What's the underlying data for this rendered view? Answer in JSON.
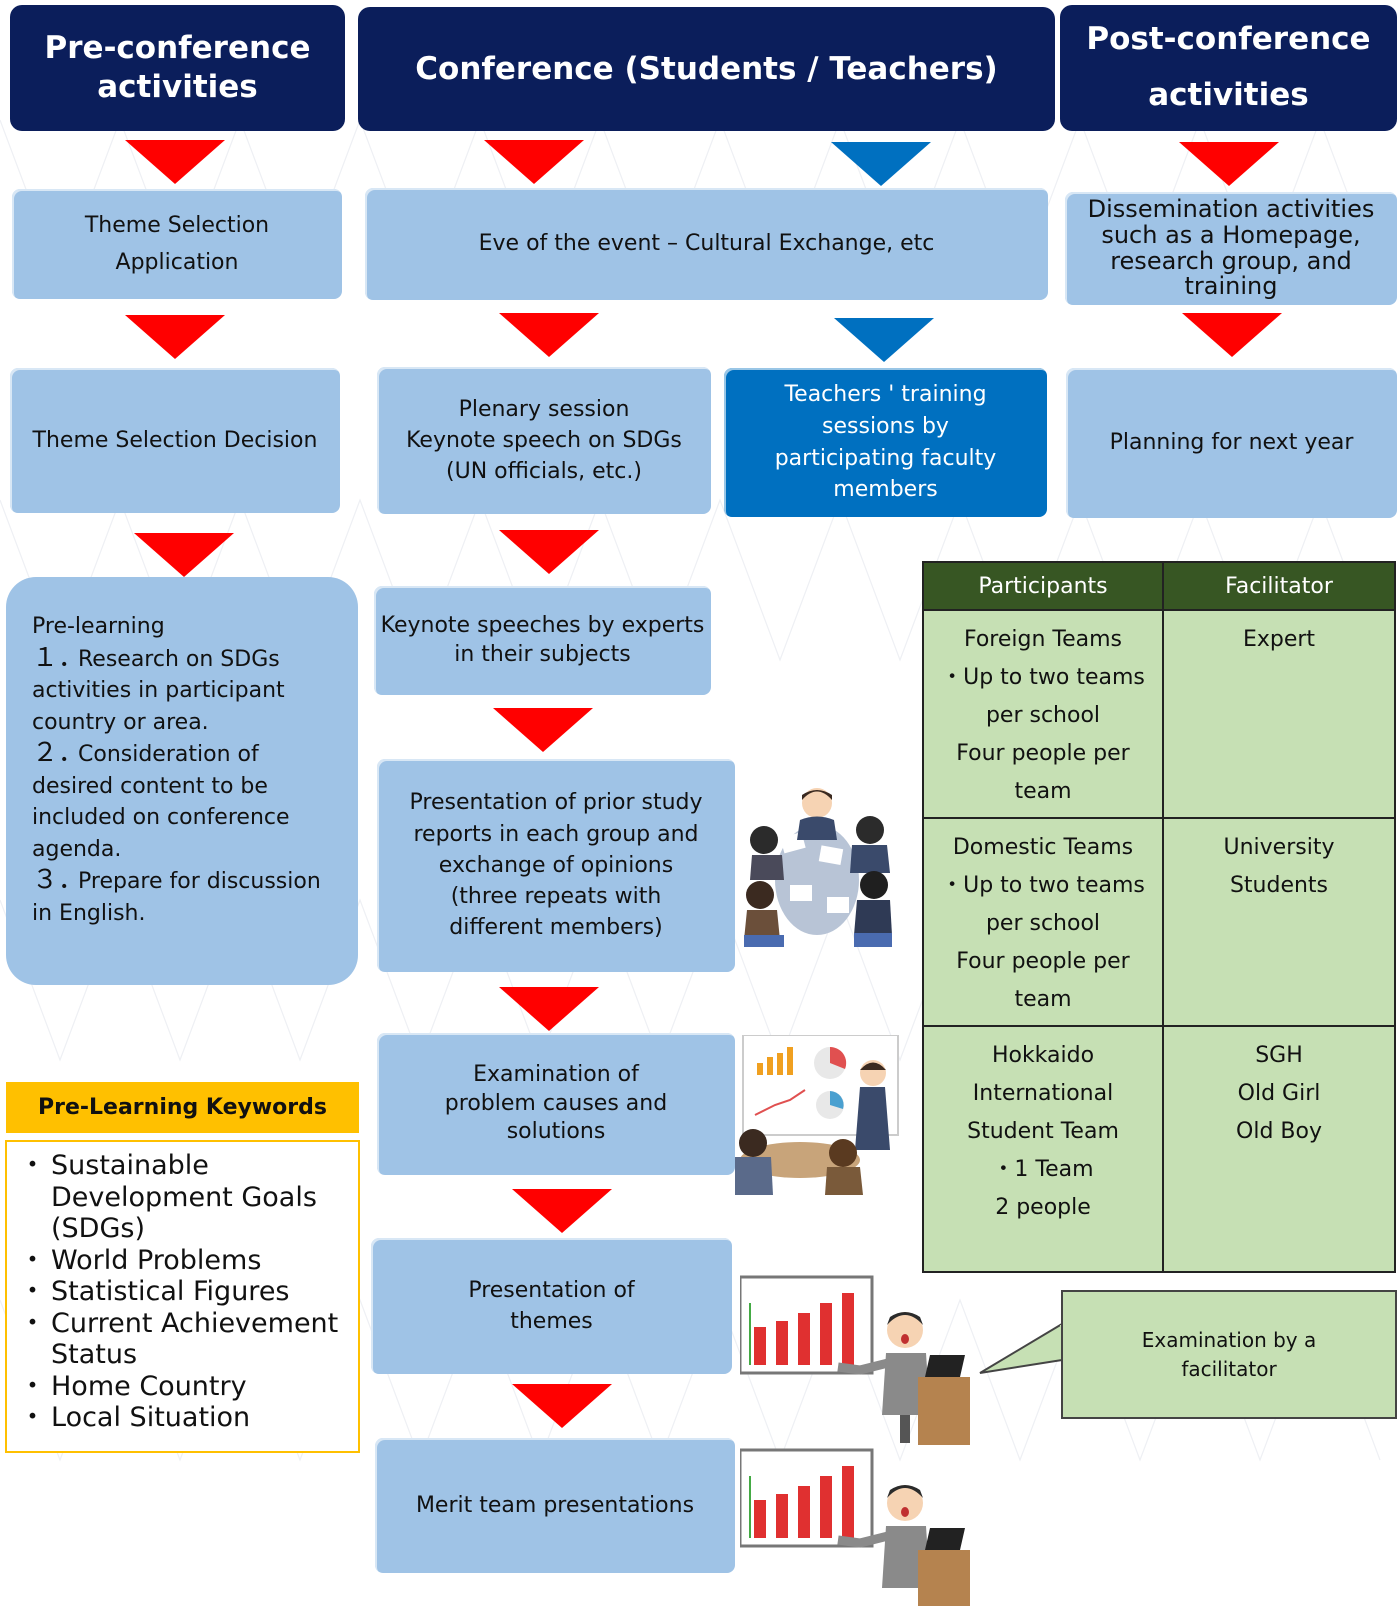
{
  "colors": {
    "header_bg": "#0b1e5b",
    "box_light": "#9fc3e6",
    "box_dark": "#0070c0",
    "arrow_red": "#ff0000",
    "arrow_blue": "#0070c0",
    "table_header": "#375623",
    "table_cell": "#c6e0b4",
    "keyword_accent": "#ffc000"
  },
  "headers": {
    "pre": [
      "Pre-conference",
      "activities"
    ],
    "conf": "Conference (Students / Teachers)",
    "post": [
      "Post-conference",
      "activities"
    ]
  },
  "pre": {
    "box1": [
      "Theme Selection",
      "Application"
    ],
    "box2": "Theme Selection Decision",
    "prelearning": {
      "title": "Pre-learning",
      "items": [
        {
          "num": "１．",
          "text": "Research on SDGs activities in participant country or area."
        },
        {
          "num": "２．",
          "text": "Consideration of desired content to be included on conference agenda."
        },
        {
          "num": "３．",
          "text": "Prepare for discussion in English."
        }
      ]
    }
  },
  "conf": {
    "eve": "Eve of the event – Cultural Exchange, etc",
    "plenary": [
      "Plenary session",
      "Keynote speech on SDGs",
      "(UN officials, etc.)"
    ],
    "teachers": [
      "Teachers ' training",
      "sessions by",
      "participating faculty",
      "members"
    ],
    "keynote_experts": [
      "Keynote speeches by experts",
      "in their subjects"
    ],
    "presentation_prior": [
      "Presentation of prior study",
      "reports in each group and",
      "exchange of opinions",
      "(three repeats with",
      "different members)"
    ],
    "examination": [
      "Examination of",
      "problem causes and",
      "solutions"
    ],
    "presentation_themes": [
      "Presentation of",
      "themes"
    ],
    "merit": "Merit team presentations"
  },
  "post": {
    "dissemination": [
      "Dissemination activities",
      "such as a Homepage,",
      "research group, and",
      "training"
    ],
    "planning": "Planning for next year"
  },
  "table": {
    "headers": [
      "Participants",
      "Facilitator"
    ],
    "rows": [
      {
        "participants": [
          "Foreign Teams",
          "・Up to two teams",
          "per school",
          "Four people per",
          "team"
        ],
        "facilitator": [
          "Expert"
        ]
      },
      {
        "participants": [
          "Domestic Teams",
          "・Up to two teams",
          "per school",
          "Four people per",
          "team"
        ],
        "facilitator": [
          "University",
          "Students"
        ]
      },
      {
        "participants": [
          "Hokkaido",
          "International",
          "Student Team",
          "・1 Team",
          "2 people"
        ],
        "facilitator": [
          "SGH",
          "Old Girl",
          "Old Boy"
        ]
      }
    ]
  },
  "keywords": {
    "title": "Pre-Learning Keywords",
    "items": [
      [
        "Sustainable",
        "Development Goals",
        "(SDGs)"
      ],
      [
        "World Problems"
      ],
      [
        "Statistical Figures"
      ],
      [
        "Current Achievement",
        "Status"
      ],
      [
        "Home Country"
      ],
      [
        "Local Situation"
      ]
    ]
  },
  "callout": [
    "Examination by a",
    "facilitator"
  ],
  "icons": {
    "meeting": "meeting-illustration-icon",
    "discussion": "discussion-illustration-icon",
    "presenter": "presenter-illustration-icon"
  }
}
